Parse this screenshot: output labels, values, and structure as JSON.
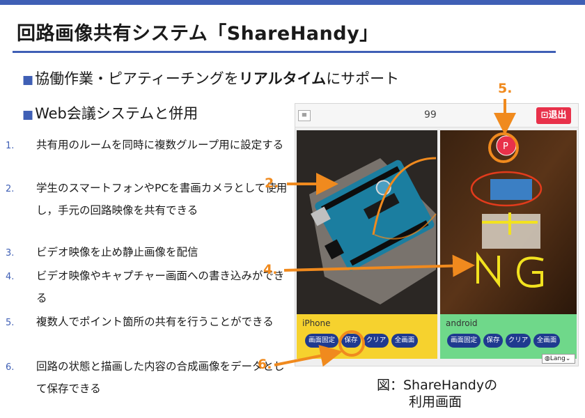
{
  "slide": {
    "title": "回路画像共有システム「ShareHandy」",
    "bullet1_pre": "協働作業・ピアティーチングを",
    "bullet1_bold": "リアルタイム",
    "bullet1_post": "にサポート",
    "bullet2": "Web会議システムと併用",
    "bullet_marker": "■"
  },
  "list": [
    {
      "num": "1.",
      "text": "共有用のルームを同時に複数グループ用に設定する"
    },
    {
      "num": "2.",
      "text": "学生のスマートフォンやPCを書画カメラとして使用し，手元の回路映像を共有できる"
    },
    {
      "num": "3.",
      "text": "ビデオ映像を止め静止画像を配信"
    },
    {
      "num": "4.",
      "text": "ビデオ映像やキャプチャー画面への書き込みができる"
    },
    {
      "num": "5.",
      "text": "複数人でポイント箇所の共有を行うことができる"
    },
    {
      "num": "6.",
      "text": "回路の状態と描画した内容の合成画像をデータとして保存できる"
    }
  ],
  "app": {
    "menu_glyph": "≡",
    "room_number": "99",
    "exit_label": "退出",
    "exit_icon": "exit-icon",
    "left_device": "iPhone",
    "right_device": "android",
    "buttons": [
      "画面固定",
      "保存",
      "クリア",
      "全画面"
    ],
    "pointer_label": "P",
    "drawing_text": "N G",
    "lang_label": "Lang"
  },
  "callouts": {
    "c2": "2.",
    "c4": "4.",
    "c5": "5.",
    "c6": "6."
  },
  "caption": {
    "line1": "図：ShareHandyの",
    "line2": "利用画面"
  },
  "colors": {
    "accent_blue": "#3f5fb5",
    "callout_orange": "#f08a1e",
    "exit_red": "#e8314a",
    "panel_yellow": "#f6d22e",
    "panel_green": "#6fd88a",
    "button_navy": "#1f3a8f"
  }
}
